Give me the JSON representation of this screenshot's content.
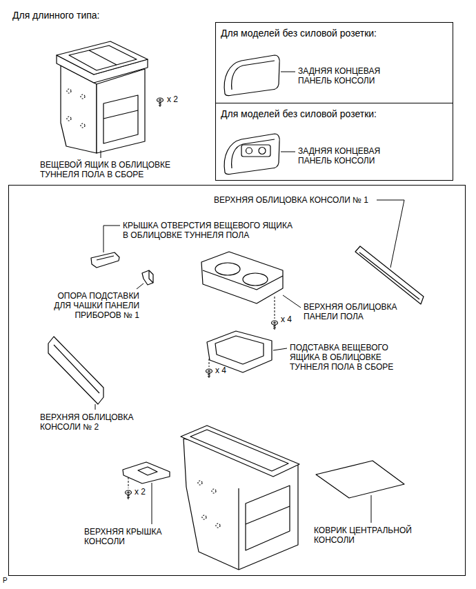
{
  "diagram": {
    "nodes": [
      {
        "text": [
          "Для моделей без силовой розетки:",
          "ЗАДНЯЯ КОНЦЕВАЯ ПАНЕЛЬ КОНСОЛИ"
        ]
      },
      {
        "text": [
          "Для моделей без силовой розетки:",
          "ЗАДНЯЯ КОНЦЕВАЯ ПАНЕЛЬ КОНСОЛИ"
        ]
      },
      {
        "text": [
          "ВЕРХНЯЯ ОБЛИЦОВКА КОНСОЛИ № 1",
          "КРЫШКА ОТВЕРСТИЯ ВЕЩЕВОГО ЯЩИКА В ОБЛИЦОВКЕ ТУННЕЛЯ ПОЛА",
          "ОПОРА ПОДСТАВКИ ДЛЯ ЧАШКИ ПАНЕЛИ ПРИБОРОВ № 1",
          "ВЕРХНЯЯ ОБЛИЦОВКА ПАНЕЛИ ПОЛА",
          "x 4",
          "ПОДСТАВКА ВЕЩЕВОГО ЯЩИКА В ОБЛИЦОВКЕ ТУННЕЛЯ ПОЛА В СБОРЕ",
          "x 4",
          "ВЕРХНЯЯ ОБЛИЦОВКА КОНСОЛИ № 2",
          "x 2",
          "ВЕРХНЯЯ КРЫШКА КОНСОЛИ",
          "КОВРИК ЦЕНТРАЛЬНОЙ КОНСОЛИ"
        ]
      }
    ],
    "labels": [
      "Для длинного типа:",
      "x 2",
      "ВЕЩЕВОЙ ЯЩИК В ОБЛИЦОВКЕ ТУННЕЛЯ ПОЛА В СБОРЕ",
      "P"
    ]
  }
}
